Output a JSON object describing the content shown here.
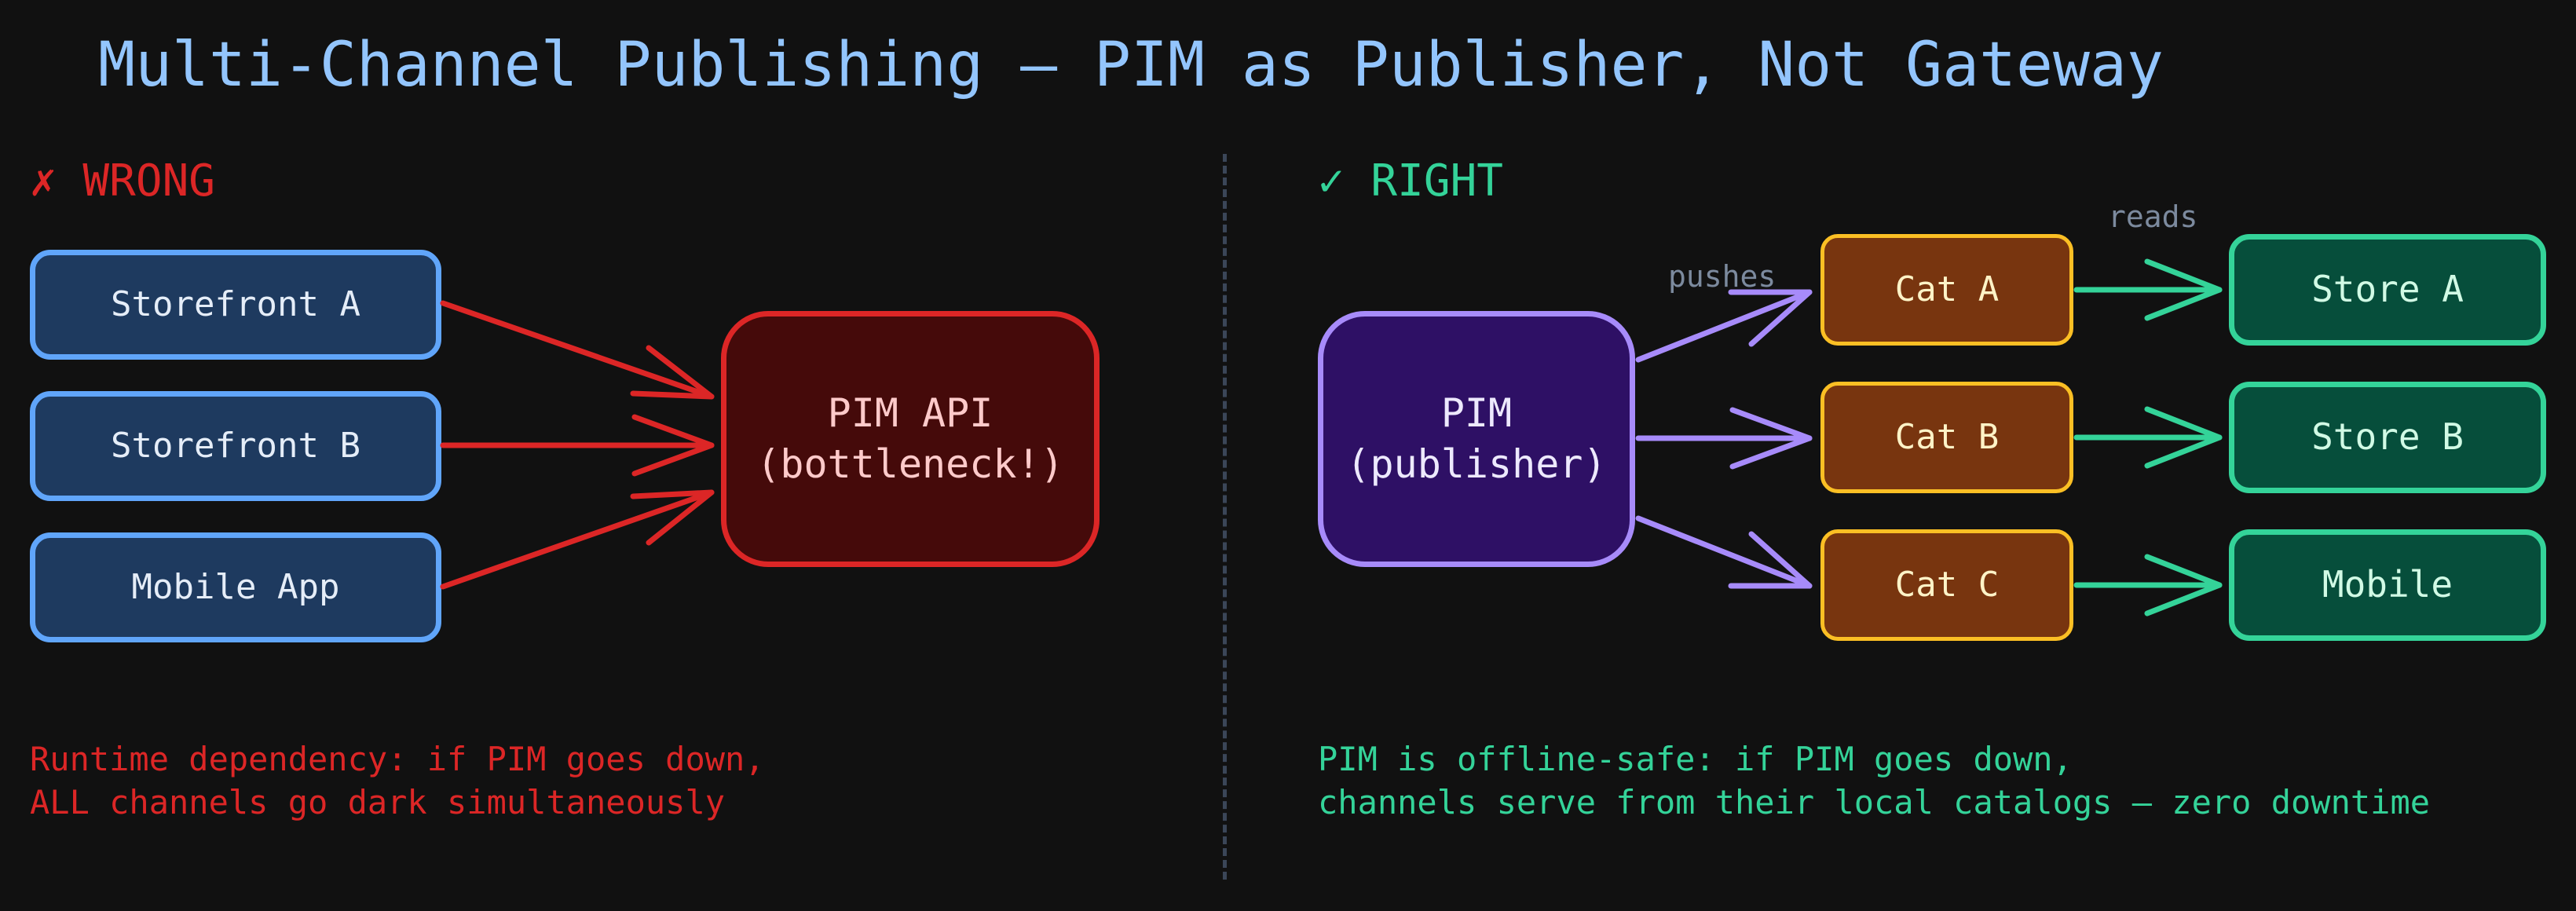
{
  "title": "Multi-Channel Publishing — PIM as Publisher, Not Gateway",
  "wrong": {
    "heading": "✗ WRONG",
    "clients": [
      "Storefront A",
      "Storefront B",
      "Mobile App"
    ],
    "api": "PIM API\n(bottleneck!)",
    "note": "Runtime dependency: if PIM goes down,\nALL channels go dark simultaneously"
  },
  "right": {
    "heading": "✓ RIGHT",
    "pim": "PIM\n(publisher)",
    "push_label": "pushes",
    "read_label": "reads",
    "catalogs": [
      "Cat A",
      "Cat B",
      "Cat C"
    ],
    "channels": [
      "Store A",
      "Store B",
      "Mobile"
    ],
    "note": "PIM is offline-safe: if PIM goes down,\nchannels serve from their local catalogs — zero downtime"
  },
  "colors": {
    "wrong_accent": "#dc2626",
    "right_accent": "#34d399",
    "publisher_accent": "#a78bfa",
    "catalog_accent": "#fbbf24",
    "client_accent": "#60a5fa"
  }
}
